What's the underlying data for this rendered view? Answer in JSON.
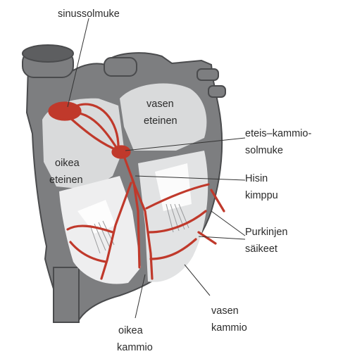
{
  "labels": {
    "sinoatrial_node": "sinussolmuke",
    "left_atrium_line1": "vasen",
    "left_atrium_line2": "eteinen",
    "right_atrium_line1": "oikea",
    "right_atrium_line2": "eteinen",
    "av_node_line1": "eteis–kammio-",
    "av_node_line2": "solmuke",
    "bundle_line1": "Hisin",
    "bundle_line2": "kimppu",
    "purkinje_line1": "Purkinjen",
    "purkinje_line2": "säikeet",
    "left_ventricle_line1": "vasen",
    "left_ventricle_line2": "kammio",
    "right_ventricle_line1": "oikea",
    "right_ventricle_line2": "kammio"
  },
  "colors": {
    "outer_wall": "#7d7e80",
    "outer_wall_stroke": "#4a4b4d",
    "chamber": "#d9dadb",
    "chamber_light": "#eeeeef",
    "conduction": "#c0392b",
    "leader_line": "#333333"
  }
}
